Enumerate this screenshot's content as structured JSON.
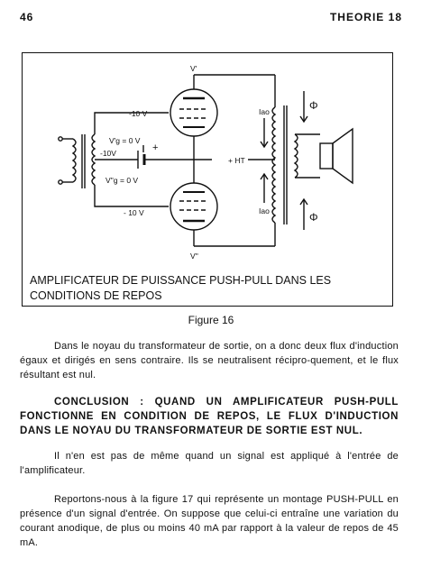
{
  "header": {
    "page_number": "46",
    "chapter": "THEORIE 18"
  },
  "figure": {
    "caption_line1": "AMPLIFICATEUR DE PUISSANCE PUSH-PULL DANS LES",
    "caption_line2": "CONDITIONS DE REPOS",
    "label": "Figure 16",
    "schematic_labels": {
      "tube_top": "V'",
      "tube_bottom": "V''",
      "bias_top": "-10 V",
      "bias_bottom": "- 10 V",
      "grid_top": "V'g = 0 V",
      "grid_bottom": "V''g = 0 V",
      "bias_source": "-10V",
      "plus_sign": "+",
      "ht": "+ HT",
      "iao_top": "Iao",
      "iao_bottom": "Iao",
      "phi_top": "Φ",
      "phi_bottom": "Φ"
    }
  },
  "paragraphs": {
    "p1": "Dans le noyau du transformateur de sortie, on a donc deux flux d'induction égaux et dirigés en sens contraire. Ils se neutralisent récipro-quement, et le flux résultant est nul.",
    "conclusion": "CONCLUSION : QUAND UN AMPLIFICATEUR PUSH-PULL FONCTIONNE EN CONDITION DE REPOS, LE FLUX D'INDUCTION DANS LE NOYAU DU TRANSFORMATEUR DE SORTIE EST NUL.",
    "p2": "Il n'en est pas de même quand un signal est appliqué à l'entrée de l'amplificateur.",
    "p3": "Reportons-nous à la figure 17 qui représente un montage PUSH-PULL en présence d'un signal d'entrée. On suppose que celui-ci entraîne une variation du courant anodique, de plus ou moins 40 mA par rapport à la valeur de repos de 45 mA."
  }
}
